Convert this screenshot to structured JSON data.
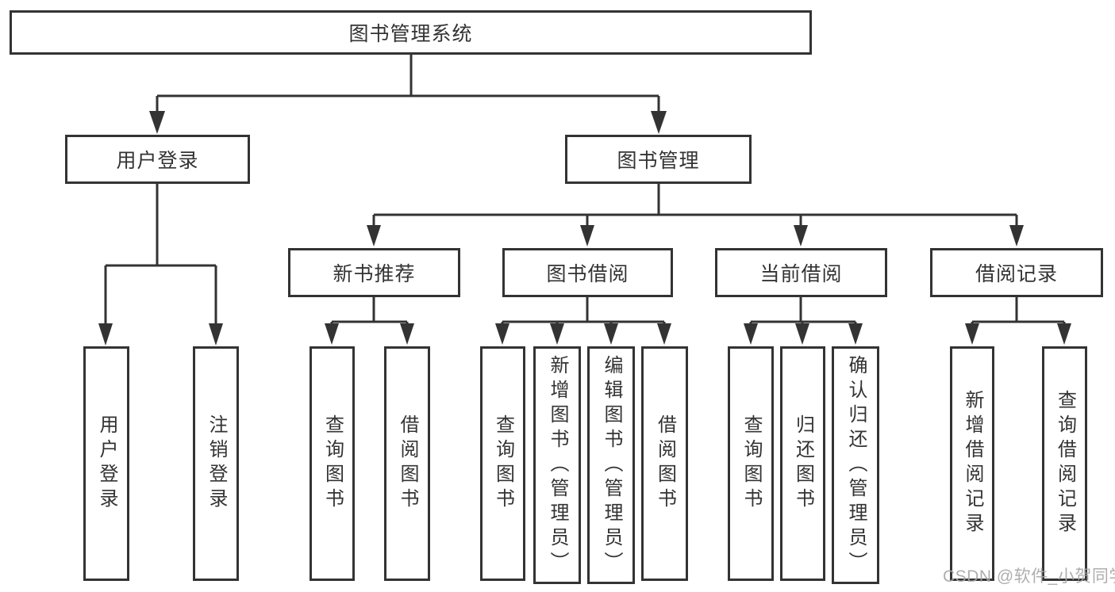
{
  "tree": {
    "root": {
      "label": "图书管理系统"
    },
    "branches": [
      {
        "label": "用户登录",
        "leaves": [
          {
            "label": "用户登录"
          },
          {
            "label": "注销登录"
          }
        ]
      },
      {
        "label": "图书管理",
        "groups": [
          {
            "label": "新书推荐",
            "leaves": [
              {
                "label": "查询图书"
              },
              {
                "label": "借阅图书"
              }
            ]
          },
          {
            "label": "图书借阅",
            "leaves": [
              {
                "label": "查询图书"
              },
              {
                "label": "新增图书（管理员）"
              },
              {
                "label": "编辑图书（管理员）"
              },
              {
                "label": "借阅图书"
              }
            ]
          },
          {
            "label": "当前借阅",
            "leaves": [
              {
                "label": "查询图书"
              },
              {
                "label": "归还图书"
              },
              {
                "label": "确认归还（管理员）"
              }
            ]
          },
          {
            "label": "借阅记录",
            "leaves": [
              {
                "label": "新增借阅记录"
              },
              {
                "label": "查询借阅记录"
              }
            ]
          }
        ]
      }
    ]
  },
  "watermark": {
    "text": "CSDN @软件_小贺同学"
  },
  "colors": {
    "line": "#333333",
    "text": "#333333",
    "box_bg": "#ffffff",
    "background": "#ffffff",
    "watermark": "#a6a6a6"
  }
}
